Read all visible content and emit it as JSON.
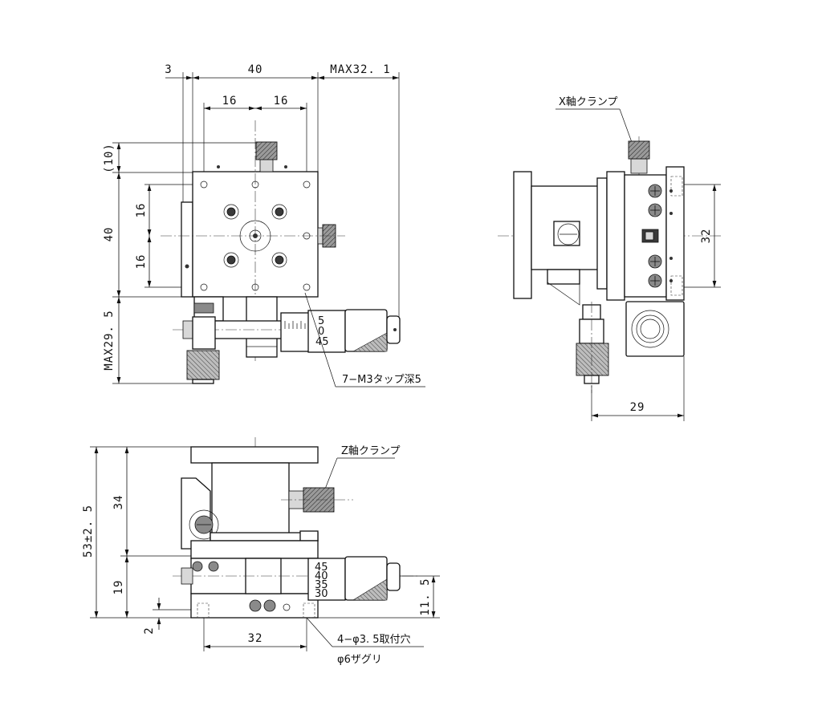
{
  "front_view": {
    "dims": {
      "gap_3": "3",
      "width_40": "40",
      "max_321": "MAX32. 1",
      "hole_16_left": "16",
      "hole_16_right": "16",
      "paren_10": "(10)",
      "vert_16_top": "16",
      "height_40": "40",
      "vert_16_bottom": "16",
      "max_295": "MAX29. 5"
    },
    "micrometer_scale": [
      "5",
      "0",
      "45"
    ],
    "tap_note": "7−M3タップ深5"
  },
  "side_view": {
    "x_clamp_label": "X軸クランプ",
    "dims": {
      "pitch_32": "32",
      "width_29": "29"
    }
  },
  "bottom_view": {
    "z_clamp_label": "Z軸クランプ",
    "micrometer_scale": [
      "45",
      "40",
      "35",
      "30"
    ],
    "dims": {
      "total_53": "53±2. 5",
      "upper_34": "34",
      "lower_19": "19",
      "base_2": "2",
      "pitch_32": "32",
      "right_115": "11. 5"
    },
    "hole_note_1": "4−φ3. 5取付穴",
    "hole_note_2": "φ6ザグリ"
  }
}
